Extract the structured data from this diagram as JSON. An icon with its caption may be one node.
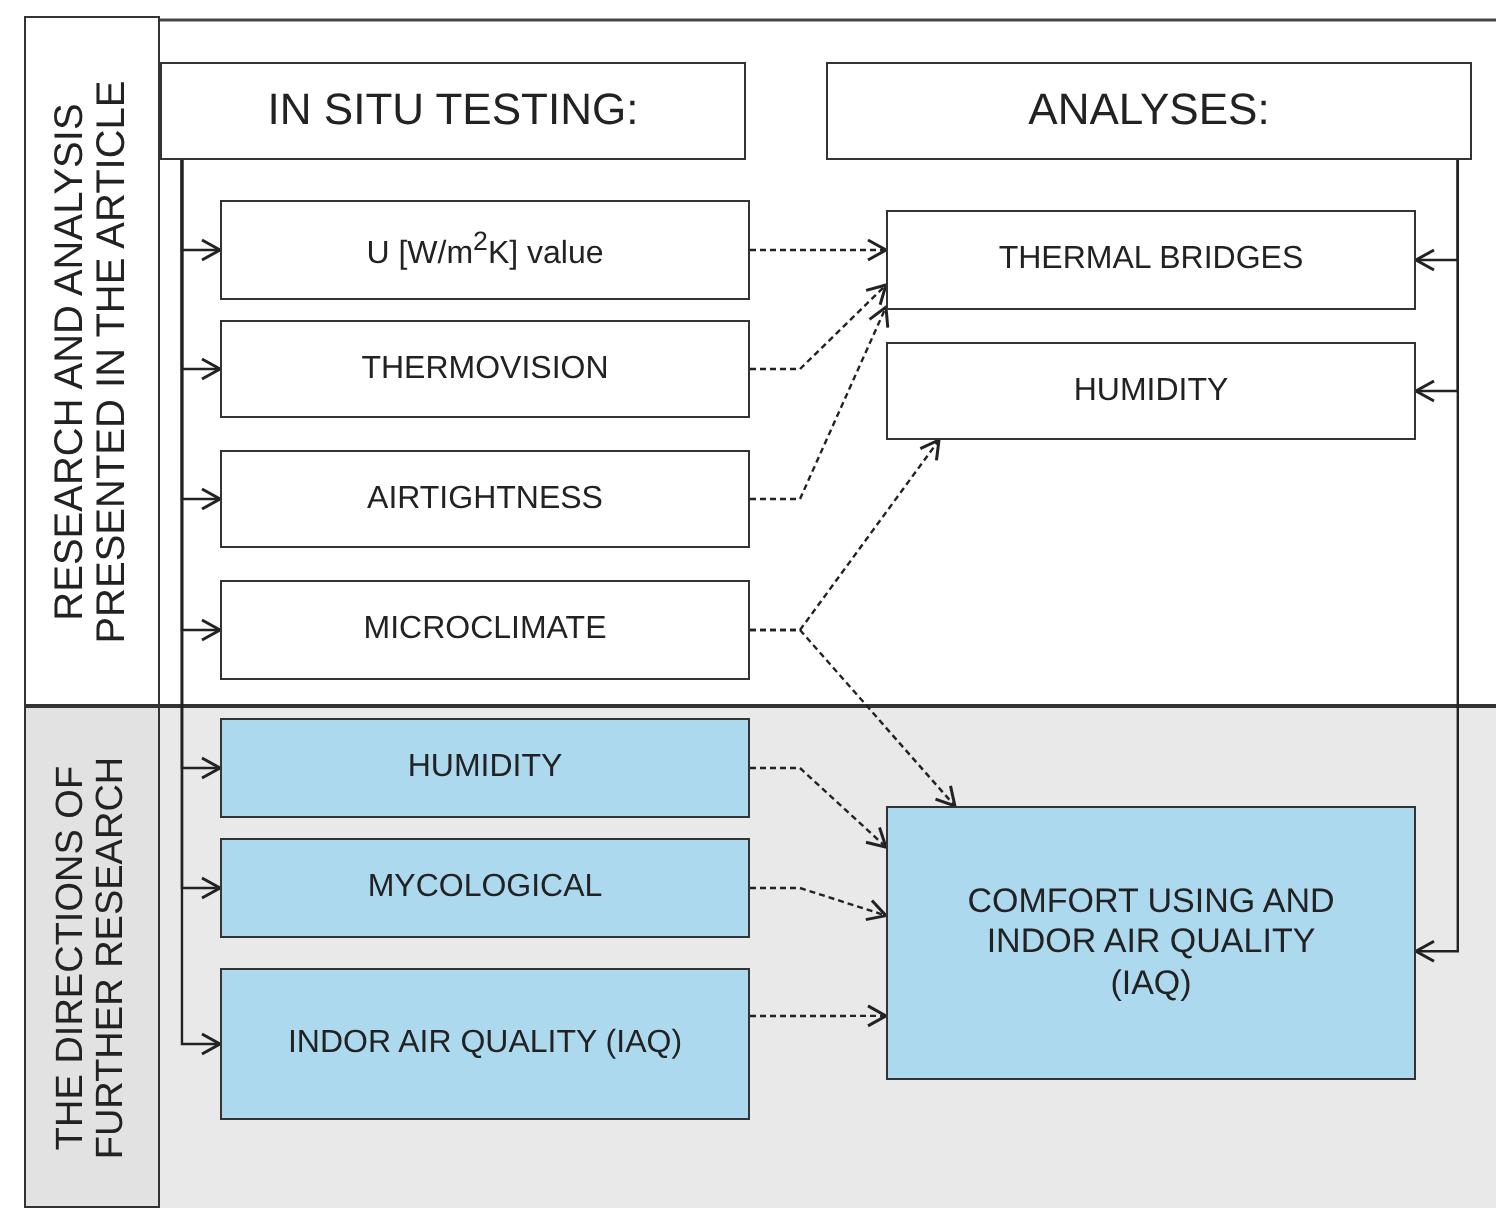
{
  "diagram": {
    "nodes": [
      {
        "text": [
          "RESEARCH AND ANALYSIS PRESENTED IN THE ARTICLE"
        ]
      },
      {
        "text": [
          "IN SITU TESTING:"
        ]
      },
      {
        "text": [
          "ANALYSES:"
        ]
      },
      {
        "text": [
          "U [W/m$^{2}$K] value"
        ]
      },
      {
        "text": [
          "THERMAL BRIDGES"
        ]
      },
      {
        "text": [
          "THERMOVISION"
        ]
      },
      {
        "text": [
          "HUMIDITY"
        ]
      },
      {
        "text": [
          "AIRTIGHTNESS"
        ]
      },
      {
        "text": [
          "MICROCLIMATE"
        ]
      },
      {
        "text": [
          "THE DIRECTIONS OF FURTHER RESEARCH"
        ]
      },
      {
        "text": [
          "HUMIDITY"
        ]
      },
      {
        "text": [
          "MYCOLOGICAL"
        ]
      },
      {
        "text": [
          "INDOR AIR QUALITY (IAQ)"
        ]
      },
      {
        "text": [
          "COMFORT USING AND INDOR AIR QUALITY (IAQ)"
        ]
      }
    ],
    "edges": [
      {
        "from": 1,
        "to": 3,
        "arrow": "to"
      },
      {
        "from": 1,
        "to": 5,
        "arrow": "to"
      },
      {
        "from": 1,
        "to": 7,
        "arrow": "to"
      },
      {
        "from": 1,
        "to": 8,
        "arrow": "to"
      },
      {
        "from": 1,
        "to": 10,
        "arrow": "to"
      },
      {
        "from": 1,
        "to": 11,
        "arrow": "to"
      },
      {
        "from": 1,
        "to": 12,
        "arrow": "to"
      },
      {
        "from": 2,
        "to": 4,
        "arrow": "to"
      },
      {
        "from": 2,
        "to": 6,
        "arrow": "to"
      },
      {
        "from": 2,
        "to": 13,
        "arrow": "to"
      },
      {
        "from": 3,
        "to": 4,
        "arrow": "to",
        "style": "dashed"
      },
      {
        "from": 5,
        "to": 4,
        "arrow": "to",
        "style": "dashed"
      },
      {
        "from": 7,
        "to": 4,
        "arrow": "to",
        "style": "dashed"
      },
      {
        "from": 8,
        "to": 6,
        "arrow": "to",
        "style": "dashed"
      },
      {
        "from": 8,
        "to": 13,
        "arrow": "to",
        "style": "dashed"
      },
      {
        "from": 10,
        "to": 13,
        "arrow": "to",
        "style": "dashed"
      },
      {
        "from": 11,
        "to": 13,
        "arrow": "to",
        "style": "dashed"
      },
      {
        "from": 12,
        "to": 13,
        "arrow": "to",
        "style": "dashed"
      }
    ]
  }
}
